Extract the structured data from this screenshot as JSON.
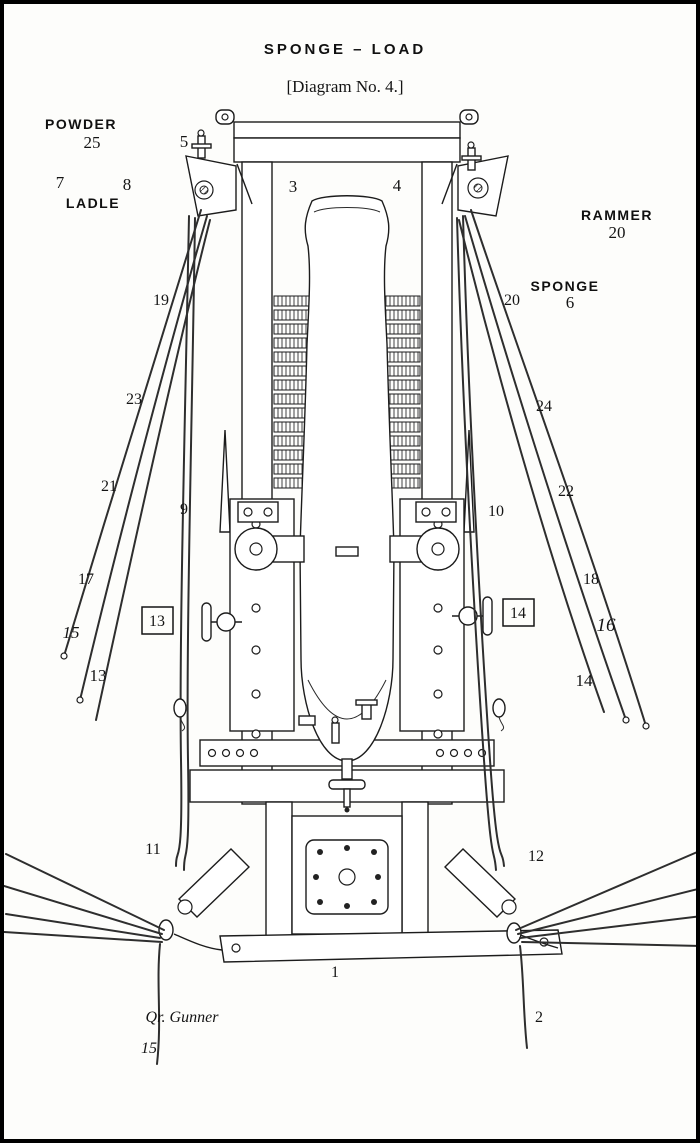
{
  "colors": {
    "ink": "#1c1c1c",
    "paper": "#fdfdfb"
  },
  "labels": {
    "title": "SPONGE – LOAD",
    "subtitle": "[Diagram No. 4.]",
    "powder": "POWDER",
    "powder_num": "25",
    "ladle_left": "7",
    "ladle_right": "8",
    "ladle": "LADLE",
    "n5": "5",
    "n3": "3",
    "n4": "4",
    "rammer": "RAMMER",
    "rammer_num": "20",
    "sponge": "SPONGE",
    "sponge_num": "6",
    "rope20": "20",
    "n19": "19",
    "n23": "23",
    "n24": "24",
    "n21": "21",
    "n22": "22",
    "n9": "9",
    "n10": "10",
    "n17": "17",
    "n18": "18",
    "n15_left": "15",
    "n16": "16",
    "n13": "13",
    "n14": "14",
    "box13": "13",
    "box14": "14",
    "n11": "11",
    "n12": "12",
    "n1": "1",
    "n2": "2",
    "n15_bottom": "15",
    "qr_gunner": "Qr. Gunner"
  }
}
